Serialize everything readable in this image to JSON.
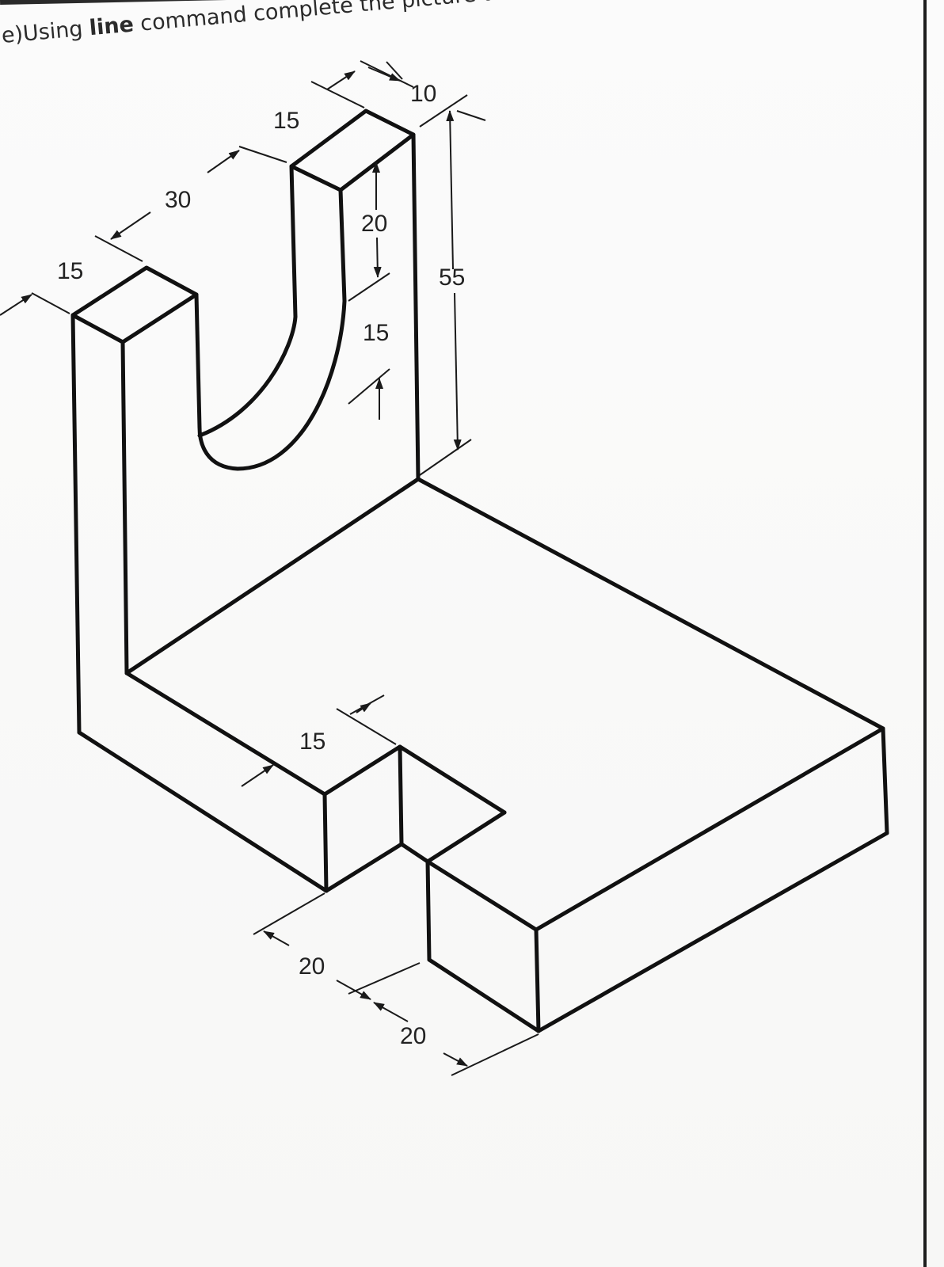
{
  "instruction": {
    "prefix": "e)Using",
    "keyword": "line",
    "suffix": "command complete the picture as shown"
  },
  "dimensions": {
    "top_depth": "10",
    "upright_thickness": "15",
    "slot_width": "30",
    "left_post_thickness": "15",
    "slot_straight": "20",
    "slot_radius_height": "15",
    "upright_height": "55",
    "notch_depth": "15",
    "bottom_left": "20",
    "bottom_right": "20"
  }
}
